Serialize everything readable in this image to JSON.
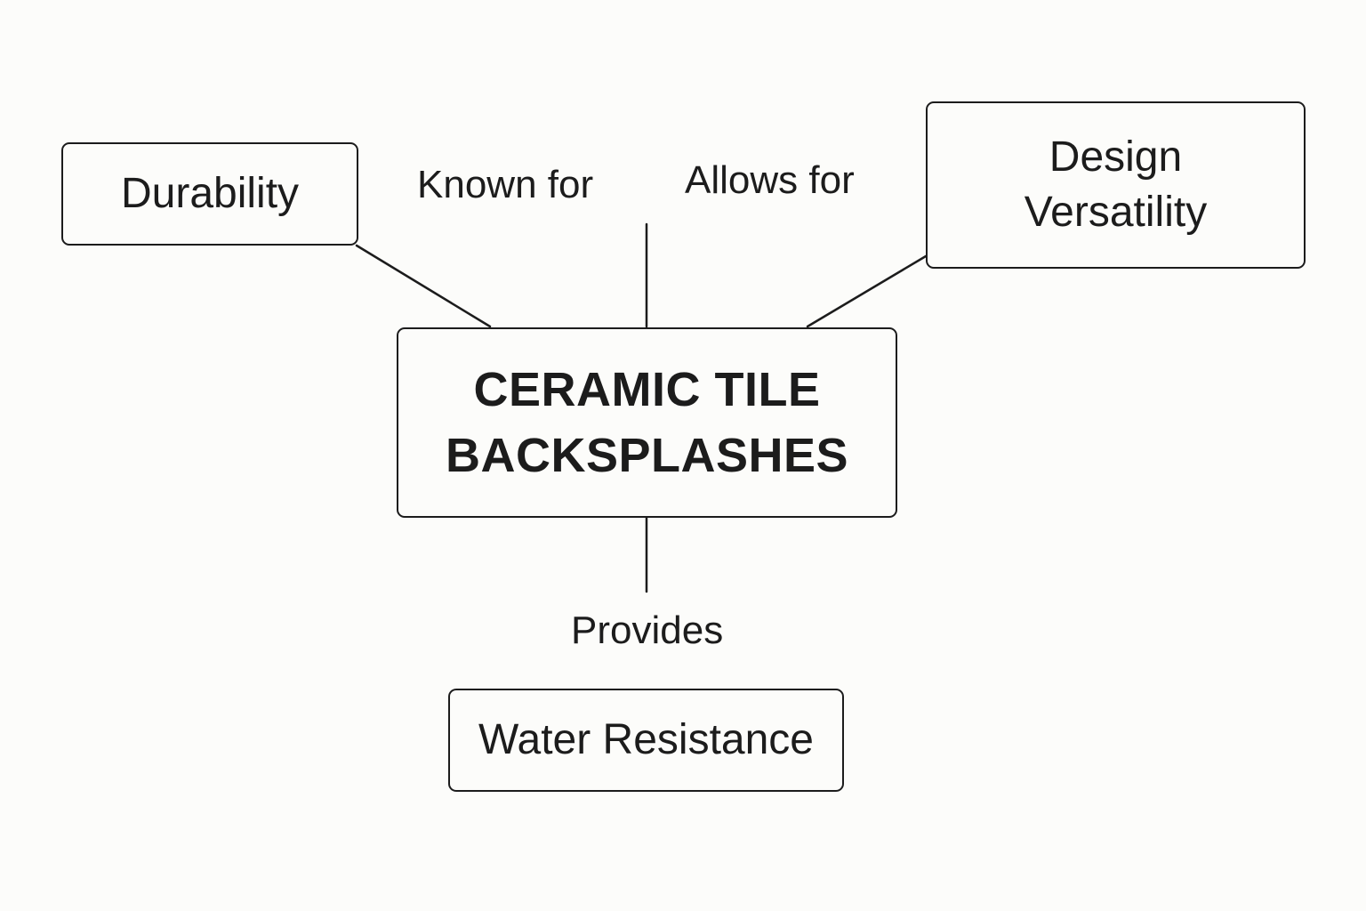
{
  "diagram": {
    "central": {
      "lines": [
        "CERAMIC TILE",
        "BACKSPLASHES"
      ]
    },
    "nodes": {
      "durability": {
        "lines": [
          "Durability"
        ]
      },
      "design_versatility": {
        "lines": [
          "Design",
          "Versatility"
        ]
      },
      "water_resistance": {
        "lines": [
          "Water Resistance"
        ]
      }
    },
    "edge_labels": {
      "known_for": "Known for",
      "allows_for": "Allows for",
      "provides": "Provides"
    },
    "colors": {
      "stroke": "#1c1c1c",
      "background": "#fcfcfa"
    }
  }
}
